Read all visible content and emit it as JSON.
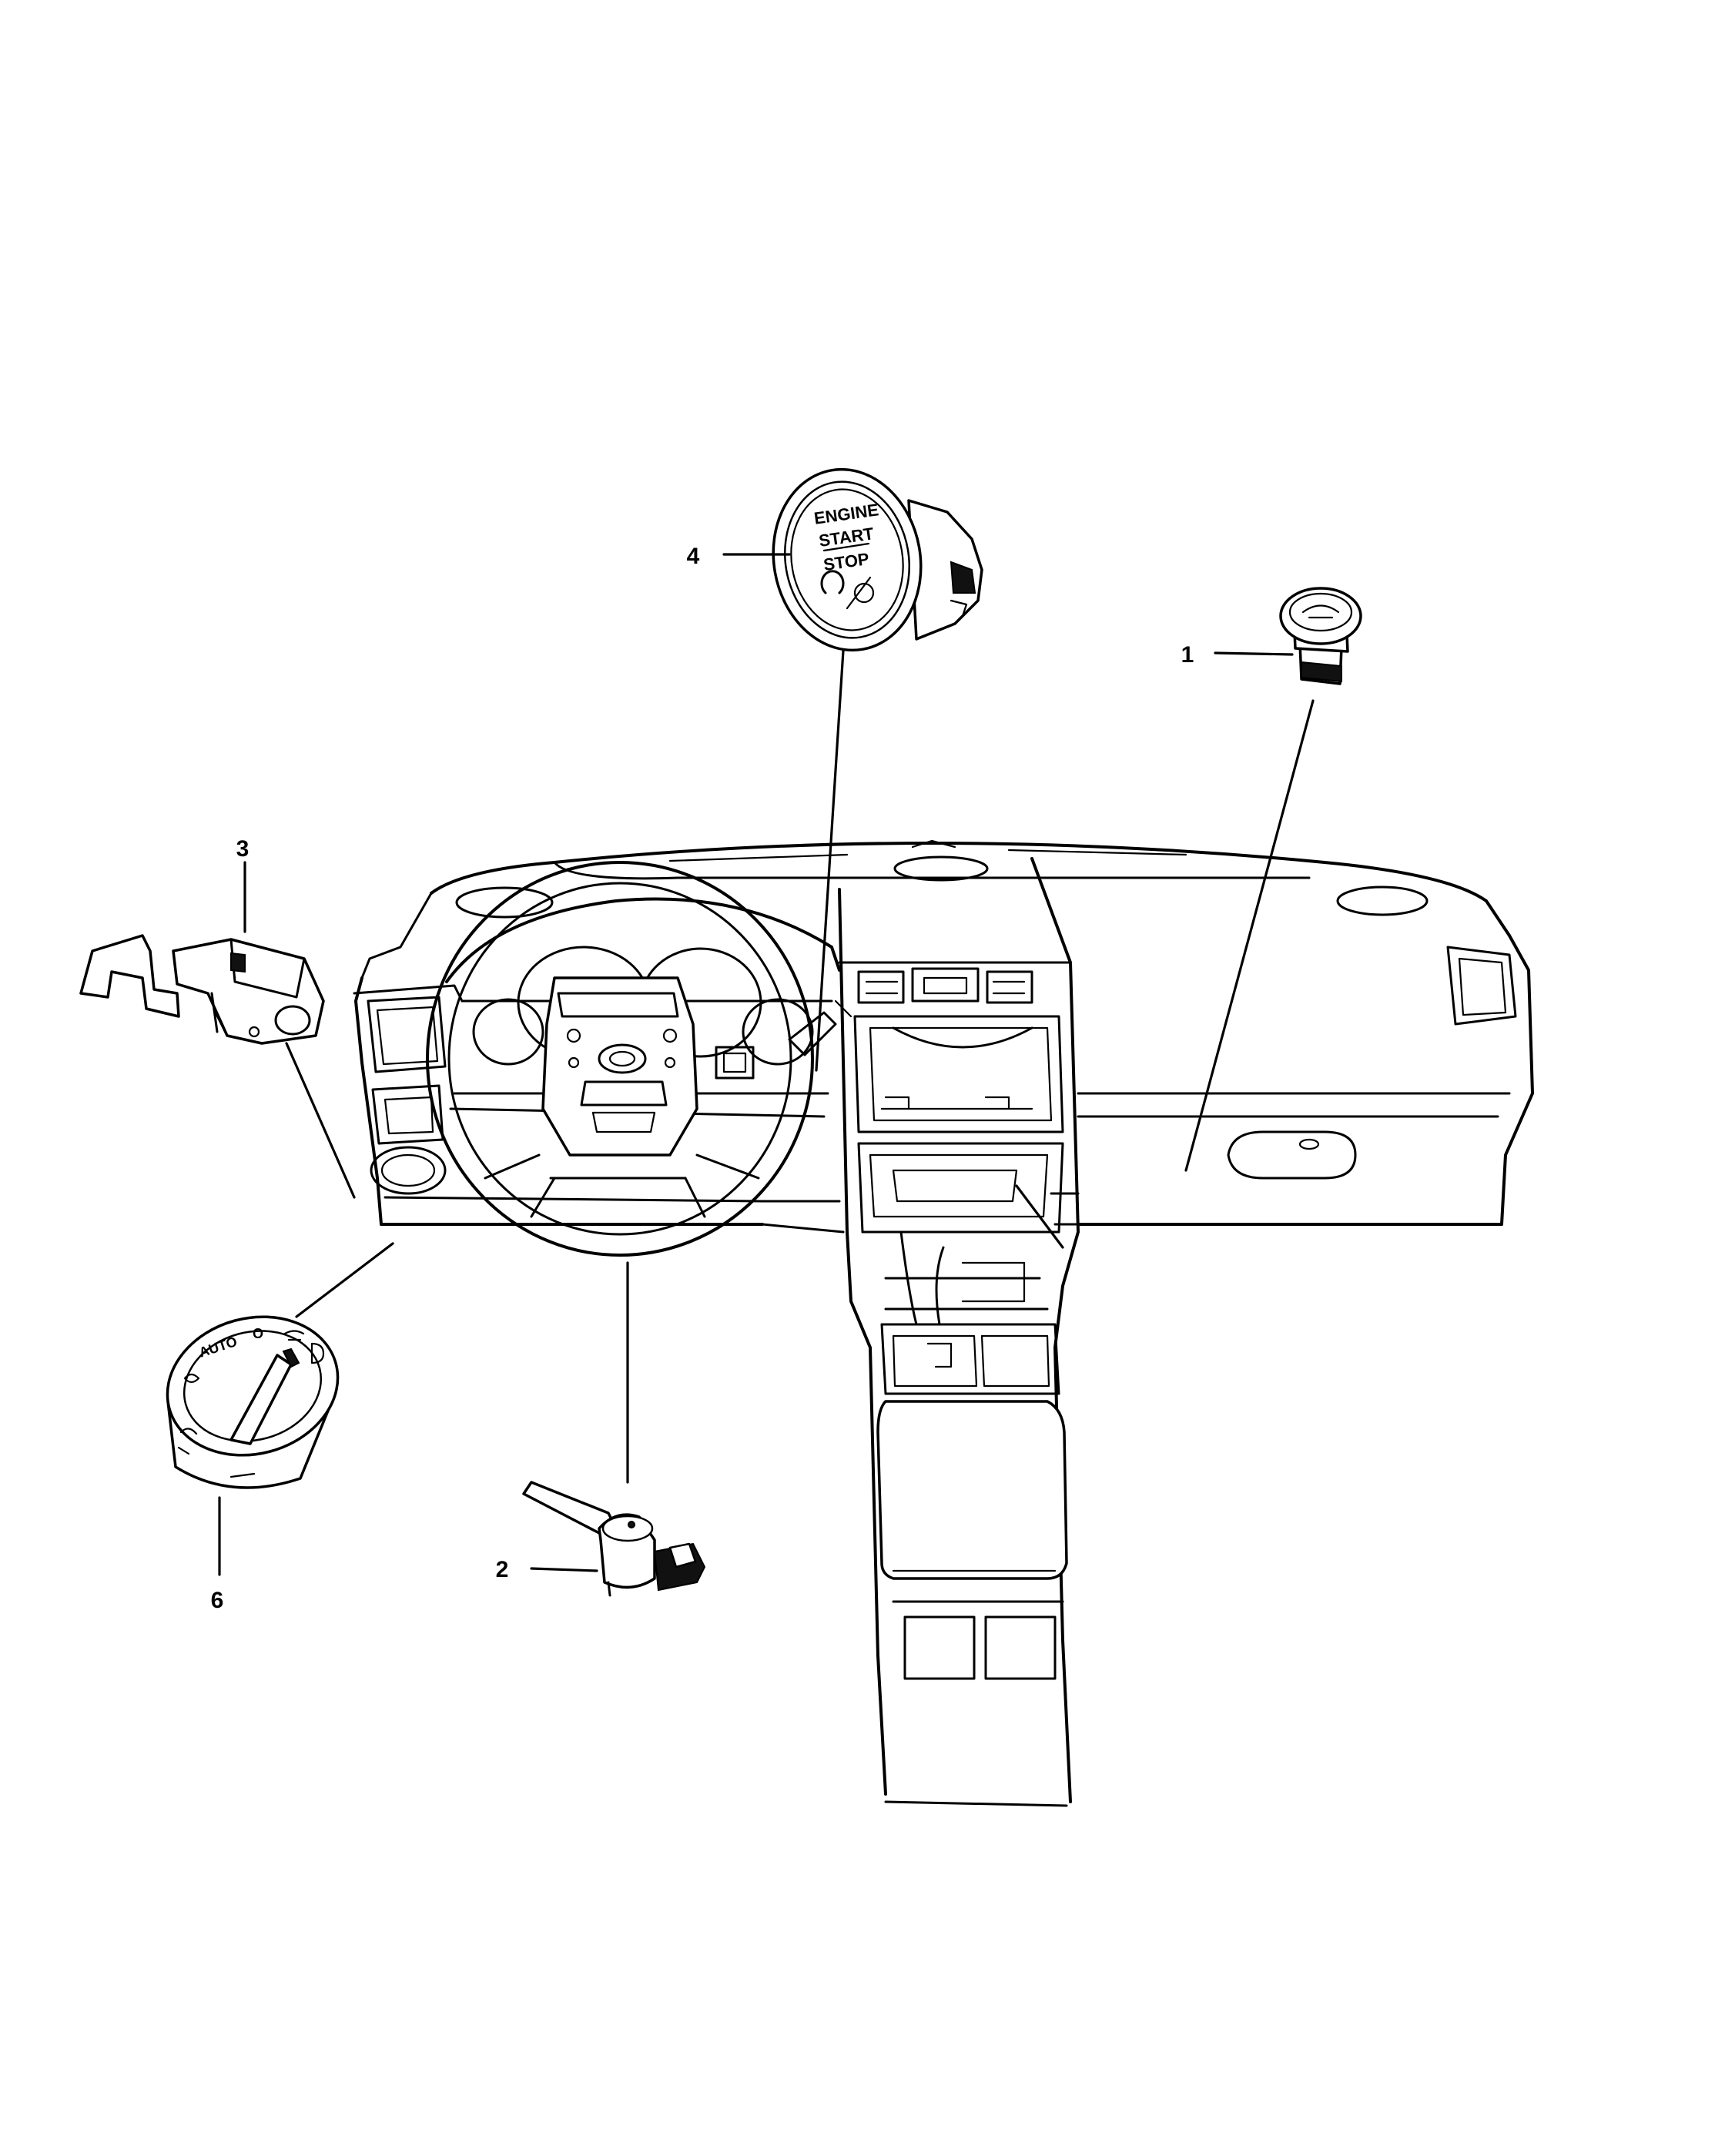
{
  "callouts": [
    {
      "id": "1",
      "label": "1"
    },
    {
      "id": "2",
      "label": "2"
    },
    {
      "id": "3",
      "label": "3"
    },
    {
      "id": "4",
      "label": "4"
    },
    {
      "id": "6",
      "label": "6"
    }
  ],
  "start_button": {
    "line1": "ENGINE",
    "line2": "START",
    "line3": "STOP"
  },
  "headlamp_switch": {
    "position_auto": "AUTO",
    "position_off": "O"
  }
}
